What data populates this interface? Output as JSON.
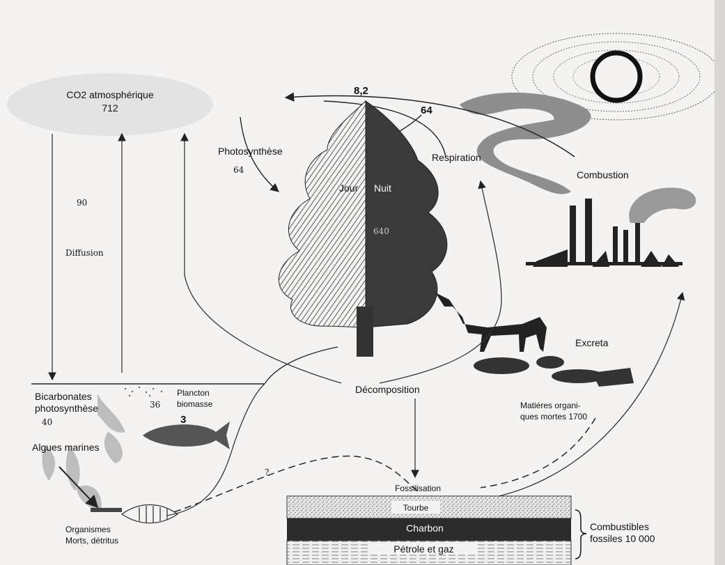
{
  "labels": {
    "co2_title": "CO2 atmosphérique",
    "co2_value": "712",
    "flux_fossil": "8,2",
    "flux_respiration": "64",
    "photosynthesis": "Photosynthèse",
    "photosynthesis_value": "64",
    "respiration": "Respiration",
    "combustion": "Combustion",
    "day": "Jour",
    "night": "Nuit",
    "tree_value": "640",
    "diffusion_value": "90",
    "diffusion": "Diffusion",
    "excreta": "Excreta",
    "decomposition": "Décomposition",
    "bicarbonates_line1": "Bicarbonates",
    "bicarbonates_line2": "photosynthèse",
    "bicarbonates_value": "40",
    "plankton_line1": "Plancton",
    "plankton_line2": "biomasse",
    "plankton_value": "36",
    "fish_value": "3",
    "algae": "Algues marines",
    "dead_matter_line1": "Matiéres organi-",
    "dead_matter_line2": "ques mortes 1700",
    "question_mark": "?",
    "fossilisation": "Fossilisation",
    "peat": "Tourbe",
    "coal": "Charbon",
    "oil_gas": "Pétrole et gaz",
    "fossil_fuels_line1": "Combustibles",
    "fossil_fuels_line2": "fossiles 10 000",
    "organisms_line1": "Organismes",
    "organisms_line2": "Morts, détritus"
  }
}
